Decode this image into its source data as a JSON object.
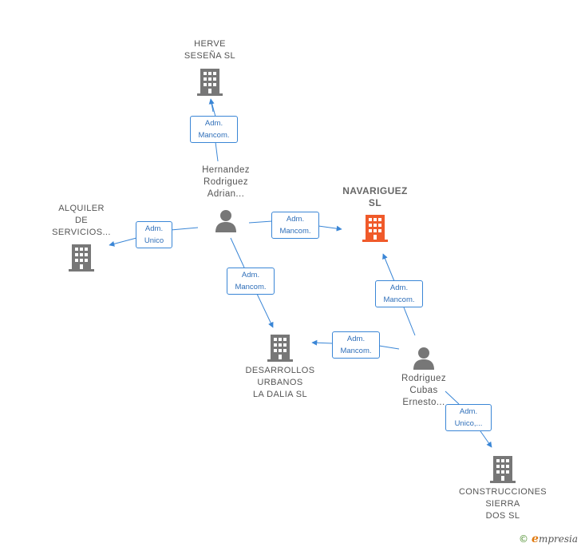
{
  "colors": {
    "edge": "#3a86d6",
    "company": "#777777",
    "main_company": "#f05a2a",
    "person": "#777777",
    "label_border": "#3a86d6"
  },
  "nodes": {
    "herve": {
      "label": "HERVE\nSESEÑA  SL",
      "kind": "company"
    },
    "alquiler": {
      "label": "ALQUILER\nDE\nSERVICIOS...",
      "kind": "company"
    },
    "navariguez": {
      "label": "NAVARIGUEZ\nSL",
      "kind": "main-company"
    },
    "desarrollos": {
      "label": "DESARROLLOS\nURBANOS\nLA DALIA  SL",
      "kind": "company"
    },
    "construcciones": {
      "label": "CONSTRUCCIONES\nSIERRA\nDOS SL",
      "kind": "company"
    },
    "hernandez": {
      "label": "Hernandez\nRodriguez\nAdrian...",
      "kind": "person"
    },
    "rodriguez": {
      "label": "Rodriguez\nCubas\nErnesto...",
      "kind": "person"
    }
  },
  "edges": {
    "hernandez_herve": {
      "label": "Adm.\nMancom."
    },
    "hernandez_alquiler": {
      "label": "Adm.\nUnico"
    },
    "hernandez_navariguez": {
      "label": "Adm.\nMancom."
    },
    "hernandez_desarrollos": {
      "label": "Adm.\nMancom."
    },
    "rodriguez_navariguez": {
      "label": "Adm.\nMancom."
    },
    "rodriguez_desarrollos": {
      "label": "Adm.\nMancom."
    },
    "rodriguez_construcciones": {
      "label": "Adm.\nUnico,..."
    }
  },
  "footer": {
    "copyright": "©",
    "brand_initial": "e",
    "brand_rest": "mpresia"
  }
}
